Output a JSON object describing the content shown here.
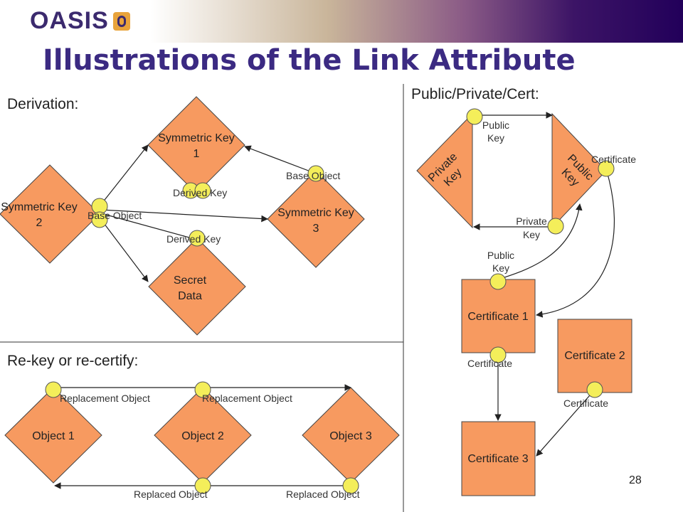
{
  "header": {
    "logo_text": "OASIS",
    "logo_mark_icon": "oasis-mark-icon",
    "brand_gradient": [
      "#ffffff",
      "#c9b59a",
      "#8a5a86",
      "#22005a"
    ]
  },
  "title": "Illustrations of the Link Attribute",
  "page_number": "28",
  "colors": {
    "shape_fill": "#f79a60",
    "connector_fill": "#f4ee5a",
    "title_color": "#3b2a82"
  },
  "derivation": {
    "heading": "Derivation:",
    "nodes": {
      "sym_key_1": "Symmetric Key 1",
      "sym_key_2": "Symmetric Key 2",
      "sym_key_3": "Symmetric Key 3",
      "secret_data": "Secret Data"
    },
    "labels": {
      "derived_key_1": "Derived Key",
      "derived_key_2": "Derived Key",
      "base_object_left": "Base Object",
      "base_object_right": "Base Object"
    }
  },
  "rekey": {
    "heading": "Re-key or re-certify:",
    "nodes": {
      "obj1": "Object 1",
      "obj2": "Object 2",
      "obj3": "Object 3"
    },
    "labels": {
      "replacement_1": "Replacement Object",
      "replacement_2": "Replacement Object",
      "replaced_1": "Replaced Object",
      "replaced_2": "Replaced Object"
    }
  },
  "pubpriv": {
    "heading": "Public/Private/Cert:",
    "nodes": {
      "private_key": "Private Key",
      "public_key": "Public Key",
      "cert1": "Certificate 1",
      "cert2": "Certificate 2",
      "cert3": "Certificate 3"
    },
    "labels": {
      "public_key_top": "Public Key",
      "certificate_top": "Certificate",
      "private_key_mid": "Private Key",
      "public_key_mid": "Public Key",
      "certificate_c1": "Certificate",
      "certificate_c2": "Certificate"
    }
  }
}
